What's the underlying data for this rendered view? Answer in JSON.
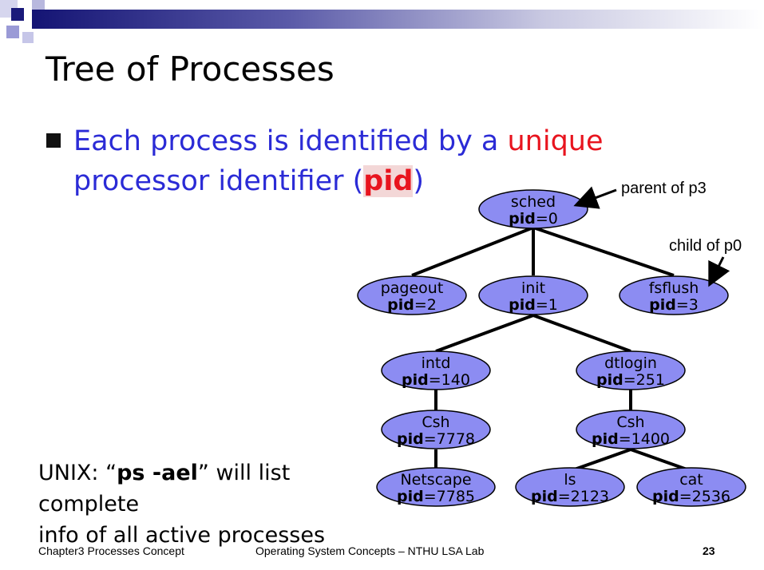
{
  "slide": {
    "title": "Tree of Processes",
    "bullet": {
      "before": "Each process is identified by a ",
      "highlight": "unique",
      "line2_before": "processor identifier (",
      "pid": "pid",
      "line2_after": ")"
    },
    "unix_note": {
      "prefix": "UNIX: “",
      "command": "ps -ael",
      "suffix": "” will list complete",
      "line2": "info of all active processes"
    },
    "footer": {
      "left": "Chapter3 Processes Concept",
      "center": "Operating System Concepts – NTHU LSA Lab",
      "page": "23"
    }
  },
  "tree": {
    "pid_label": "pid",
    "nodes": [
      {
        "name": "sched",
        "pid": "=0"
      },
      {
        "name": "pageout",
        "pid": "=2"
      },
      {
        "name": "init",
        "pid": "=1"
      },
      {
        "name": "fsflush",
        "pid": "=3"
      },
      {
        "name": "intd",
        "pid": "=140"
      },
      {
        "name": "dtlogin",
        "pid": "=251"
      },
      {
        "name": "Csh",
        "pid": "=7778"
      },
      {
        "name": "Csh",
        "pid": "=1400"
      },
      {
        "name": "Netscape",
        "pid": "=7785"
      },
      {
        "name": "ls",
        "pid": "=2123"
      },
      {
        "name": "cat",
        "pid": "=2536"
      }
    ],
    "annotations": {
      "parent": "parent of p3",
      "child": "child of p0"
    }
  },
  "colors": {
    "node_fill": "#8c8cf2",
    "title_bar_dark": "#1a1a7a",
    "bullet_text": "#2b2bd6",
    "highlight": "#e8141e"
  }
}
